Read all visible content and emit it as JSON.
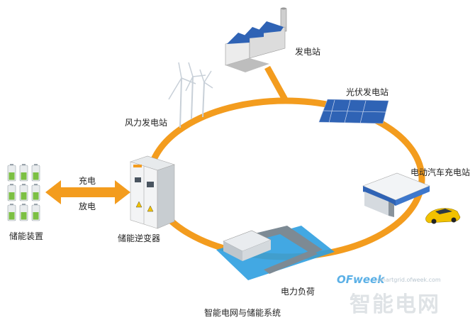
{
  "diagram": {
    "caption": "智能电网与储能系统",
    "nodes": {
      "power_plant": "发电站",
      "pv_station": "光伏发电站",
      "wind_farm": "风力发电站",
      "ev_station": "电动汽车充电站",
      "inverter": "储能逆变器",
      "storage": "储能装置",
      "load": "电力负荷"
    },
    "arrow": {
      "charge": "充电",
      "discharge": "放电"
    },
    "watermark": {
      "brand": "OFweek",
      "channel": "智能电网",
      "site": "smartgrid.ofweek.com"
    }
  },
  "colors": {
    "ring": "#F39C1E",
    "arrow": "#F39C1E",
    "water": "#2E9FE0",
    "panel": "#2F63B5"
  }
}
